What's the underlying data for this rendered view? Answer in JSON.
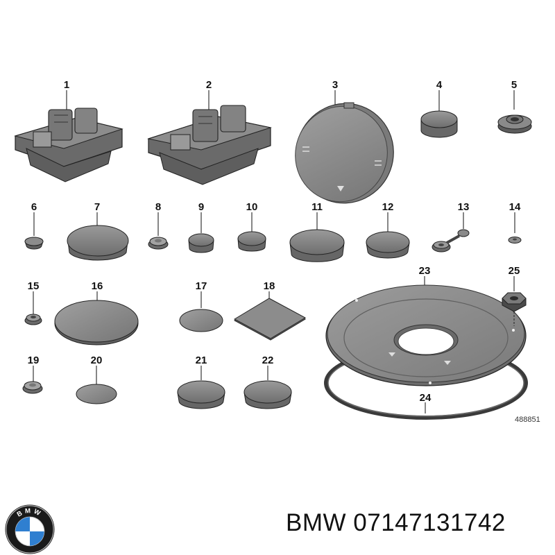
{
  "callouts": [
    "1",
    "2",
    "3",
    "4",
    "5",
    "6",
    "7",
    "8",
    "9",
    "10",
    "11",
    "12",
    "13",
    "14",
    "15",
    "16",
    "17",
    "18",
    "19",
    "20",
    "21",
    "22",
    "23",
    "24",
    "25"
  ],
  "reference_code": "488851",
  "brand": {
    "logo_letters": "BMW",
    "title": "BMW 07147131742"
  },
  "colors": {
    "part_fill": "#808080",
    "part_dark": "#5a5a5a",
    "part_light": "#a8a8a8",
    "logo_blue": "#2f7fd0",
    "logo_ring": "#1a1a1a"
  }
}
